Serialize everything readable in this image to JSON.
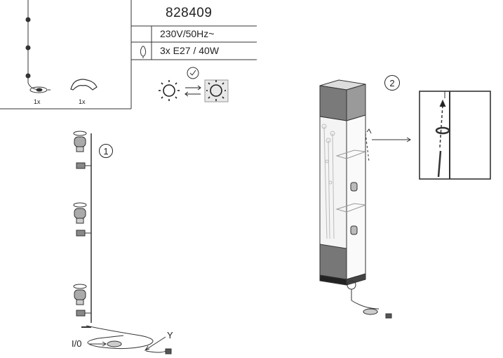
{
  "spec_table": {
    "model_number": "828409",
    "voltage": "230V/50Hz~",
    "bulb_spec": "3x E27 / 40W"
  },
  "parts": {
    "lamp_quantity": "1x",
    "cover_quantity": "1x"
  },
  "steps": {
    "step1": "1",
    "step2": "2"
  },
  "labels": {
    "switch": "I/0",
    "cable": "Y"
  },
  "icons": [
    "lamp-parts-icon",
    "cover-piece-icon",
    "bulb-icon",
    "checkmark-icon",
    "sun-icon",
    "swap-arrows-icon",
    "sun-frame-icon"
  ]
}
